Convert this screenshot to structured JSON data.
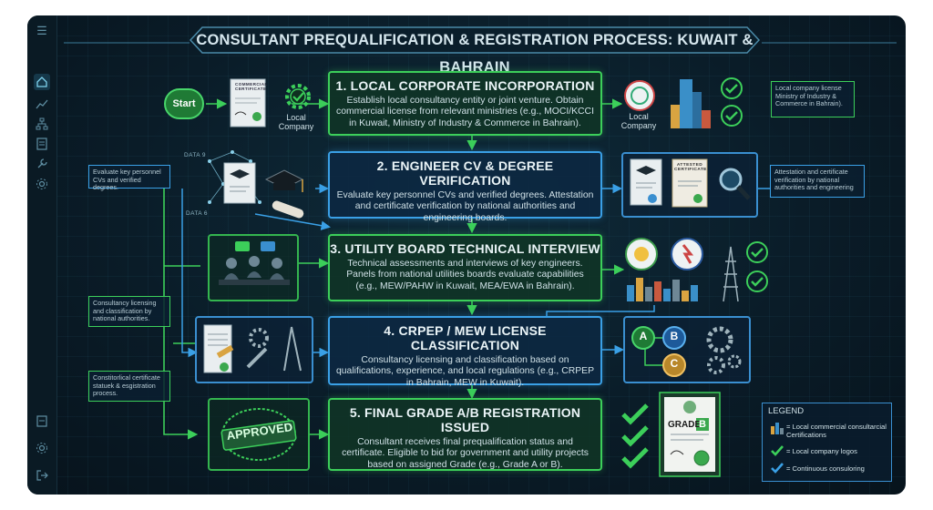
{
  "title": "CONSULTANT PREQUALIFICATION & REGISTRATION PROCESS: KUWAIT & BAHRAIN",
  "start_label": "Start",
  "steps": [
    {
      "title": "1. LOCAL CORPORATE INCORPORATION",
      "body": "Establish local consultancy entity or joint venture. Obtain commercial license from relevant ministries (e.g., MOCI/KCCI in Kuwait, Ministry of Industry & Commerce in Bahrain)."
    },
    {
      "title": "2. ENGINEER CV & DEGREE VERIFICATION",
      "body": "Evaluate key personnel CVs and verified degrees. Attestation and certificate verification by national authorities and engineering boards."
    },
    {
      "title": "3. UTILITY BOARD TECHNICAL INTERVIEW",
      "body": "Technical assessments and interviews of key engineers. Panels from national utilities boards evaluate capabilities (e.g., MEW/PAHW in Kuwait, MEA/EWA in Bahrain)."
    },
    {
      "title": "4. CRPEP / MEW LICENSE CLASSIFICATION",
      "body": "Consultancy licensing and classification based on qualifications, experience, and local regulations (e.g., CRPEP in Bahrain, MEW in Kuwait)."
    },
    {
      "title": "5. FINAL GRADE A/B REGISTRATION ISSUED",
      "body": "Consultant receives final prequalification status and certificate. Eligible to bid for government and utility projects based on assigned Grade (e.g., Grade A or B)."
    }
  ],
  "labels": {
    "cert_small": "COMMERCIAL CERTIFICATE",
    "local_company_left": "Local Company",
    "local_company_right": "Local Company",
    "data_top": "DATA 9",
    "data_bottom": "DATA 6",
    "attested": "ATTESTED CERTIFICATE",
    "approved": "APPROVED",
    "grade": "GRADE",
    "grade_letter": "B",
    "abc": [
      "A",
      "B",
      "C"
    ]
  },
  "notes": {
    "right_1": "Local company license Ministry of Industry & Commerce in Bahrain).",
    "right_2": "Attestation and certificate verification by national authorities and engineering",
    "left_1": "Evaluate key personnel CVs and verified degrees.",
    "left_2": "Consultancy licensing and classification by national authorities.",
    "left_3": "Constitorlical certificate statuek & esgistration process."
  },
  "legend": {
    "title": "LEGEND",
    "items": [
      "= Local commercial consultarcial Certifications",
      "= Local company logos",
      "= Continuous consuloring"
    ]
  },
  "colors": {
    "green": "#3ccf5a",
    "blue": "#3aa0e6",
    "bg": "#0a1c28"
  }
}
